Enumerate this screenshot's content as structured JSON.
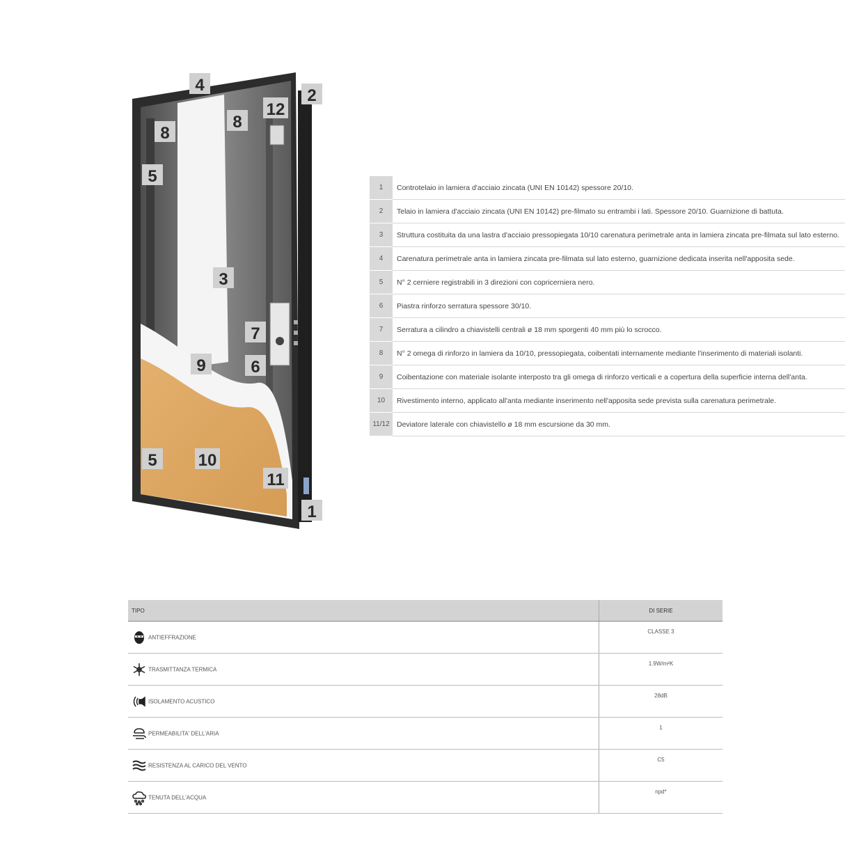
{
  "figure": {
    "callouts": [
      "4",
      "2",
      "12",
      "8",
      "8",
      "5",
      "3",
      "7",
      "9",
      "6",
      "5",
      "10",
      "11",
      "1"
    ]
  },
  "components": [
    {
      "num": "1",
      "text": "Controtelaio in lamiera d'acciaio zincata (UNI EN 10142) spessore 20/10."
    },
    {
      "num": "2",
      "text": "Telaio in lamiera d'acciaio zincata (UNI EN 10142) pre-filmato su entrambi i lati. Spessore 20/10. Guarnizione di battuta."
    },
    {
      "num": "3",
      "text": "Struttura costituita da una lastra d'acciaio pressopiegata 10/10 carenatura perimetrale anta in lamiera zincata pre-filmata sul lato esterno."
    },
    {
      "num": "4",
      "text": "Carenatura perimetrale anta in lamiera zincata pre-filmata sul lato esterno, guarnizione dedicata inserita nell'apposita sede."
    },
    {
      "num": "5",
      "text": "N° 2 cerniere registrabili in 3 direzioni con copricerniera nero."
    },
    {
      "num": "6",
      "text": "Piastra rinforzo serratura spessore 30/10."
    },
    {
      "num": "7",
      "text": "Serratura a cilindro a chiavistelli centrali ø 18 mm sporgenti 40 mm più lo scrocco."
    },
    {
      "num": "8",
      "text": "N° 2 omega di rinforzo in lamiera da 10/10, pressopiegata, coibentati internamente mediante l'inserimento di materiali isolanti."
    },
    {
      "num": "9",
      "text": "Coibentazione con materiale isolante interposto tra gli omega di rinforzo verticali e a copertura della superficie interna dell'anta."
    },
    {
      "num": "10",
      "text": "Rivestimento interno, applicato all'anta mediante inserimento nell'apposita sede prevista sulla carenatura perimetrale."
    },
    {
      "num": "11/12",
      "text": "Deviatore laterale con chiavistello ø 18 mm escursione da 30 mm."
    }
  ],
  "performance": {
    "header": {
      "type": "TIPO",
      "standard": "DI SERIE"
    },
    "rows": [
      {
        "icon": "burglar-mask-icon",
        "label": "ANTIEFFRAZIONE",
        "value": "CLASSE 3"
      },
      {
        "icon": "snowflake-sun-icon",
        "label": "TRASMITTANZA TERMICA",
        "value": "1.9W/m²K"
      },
      {
        "icon": "sound-waves-icon",
        "label": "ISOLAMENTO ACUSTICO",
        "value": "28dB"
      },
      {
        "icon": "air-flow-icon",
        "label": "PERMEABILITA' DELL'ARIA",
        "value": "1"
      },
      {
        "icon": "wind-waves-icon",
        "label": "RESISTENZA AL CARICO DEL VENTO",
        "value": "C5"
      },
      {
        "icon": "rain-cloud-icon",
        "label": "TENUTA DELL'ACQUA",
        "value": "npd*"
      }
    ]
  }
}
